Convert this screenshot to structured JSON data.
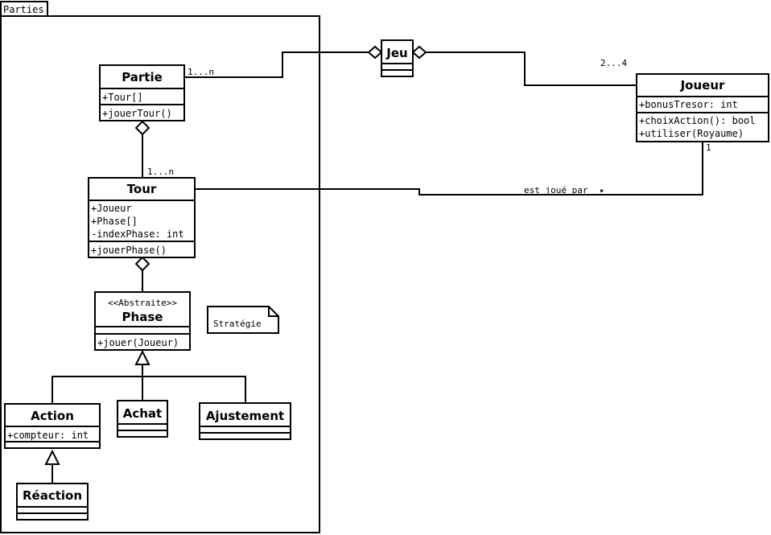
{
  "package": {
    "name": "Parties"
  },
  "classes": {
    "partie": {
      "name": "Partie",
      "attributes": [
        "+Tour[]"
      ],
      "operations": [
        "+jouerTour()"
      ]
    },
    "jeu": {
      "name": "Jeu",
      "attributes": [],
      "operations": []
    },
    "joueur": {
      "name": "Joueur",
      "attributes": [
        "+bonusTresor: int"
      ],
      "operations": [
        "+choixAction(): bool",
        "+utiliser(Royaume)"
      ]
    },
    "tour": {
      "name": "Tour",
      "attributes": [
        "+Joueur",
        "+Phase[]",
        "-indexPhase: int"
      ],
      "operations": [
        "+jouerPhase()"
      ]
    },
    "phase": {
      "stereotype": "<<Abstraite>>",
      "name": "Phase",
      "attributes": [],
      "operations": [
        "+jouer(Joueur)"
      ]
    },
    "action": {
      "name": "Action",
      "attributes": [
        "+compteur: int"
      ],
      "operations": []
    },
    "achat": {
      "name": "Achat",
      "attributes": [],
      "operations": []
    },
    "ajustement": {
      "name": "Ajustement",
      "attributes": [],
      "operations": []
    },
    "reaction": {
      "name": "Réaction",
      "attributes": [],
      "operations": []
    }
  },
  "note": {
    "text": "Stratégie"
  },
  "associations": {
    "partie_jeu": {
      "multiplicity_partie": "1...n"
    },
    "jeu_joueur": {
      "multiplicity_joueur": "2...4"
    },
    "partie_tour": {
      "multiplicity_tour": "1...n"
    },
    "tour_joueur": {
      "label": "est joué par",
      "direction_arrow": "▸",
      "multiplicity_joueur": "1"
    }
  }
}
